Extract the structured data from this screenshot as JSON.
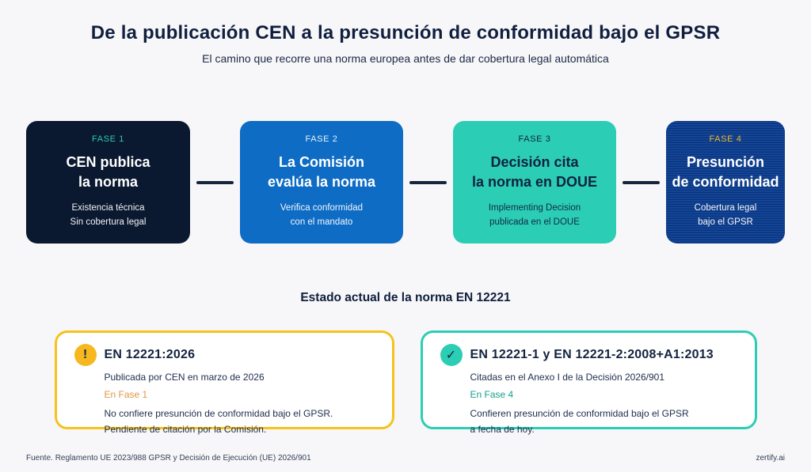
{
  "header": {
    "title": "De la publicación CEN a la presunción de conformidad bajo el GPSR",
    "subtitle": "El camino que recorre una norma europea antes de dar cobertura legal automática"
  },
  "flow": {
    "connector_color": "#16243f",
    "phases": [
      {
        "label": "FASE 1",
        "title_lines": [
          "CEN publica",
          "la norma"
        ],
        "desc_lines": [
          "Existencia técnica",
          "Sin cobertura legal"
        ],
        "bg": "#0a1830",
        "label_color": "#2bcbb4",
        "text_color": "#ffffff"
      },
      {
        "label": "FASE 2",
        "title_lines": [
          "La Comisión",
          "evalúa la norma"
        ],
        "desc_lines": [
          "Verifica conformidad",
          "con el mandato"
        ],
        "bg": "#0e6cc4",
        "label_color": "#e9f2fb",
        "text_color": "#ffffff"
      },
      {
        "label": "FASE 3",
        "title_lines": [
          "Decisión cita",
          "la norma en DOUE"
        ],
        "desc_lines": [
          "Implementing Decision",
          "publicada en el DOUE"
        ],
        "bg": "#2ccdb5",
        "label_color": "#0f2240",
        "text_color": "#0f2240"
      },
      {
        "label": "FASE 4",
        "title_lines": [
          "Presunción",
          "de conformidad"
        ],
        "desc_lines": [
          "Cobertura legal",
          "bajo el GPSR"
        ],
        "bg": "#0e4195",
        "label_color": "#edb72a",
        "text_color": "#ffffff"
      }
    ]
  },
  "status": {
    "section_title": "Estado actual de la norma EN 12221",
    "cards": [
      {
        "icon": "warning-icon",
        "icon_glyph": "!",
        "accent": "#f6c21d",
        "icon_bg": "#f6b81e",
        "icon_color": "#142847",
        "title": "EN 12221:2026",
        "line1": "Publicada por CEN en marzo de 2026",
        "phase_label": "En Fase 1",
        "phase_color": "#e0973f",
        "note_lines": [
          "No confiere presunción de conformidad bajo el GPSR.",
          "Pendiente de citación por la Comisión."
        ]
      },
      {
        "icon": "check-icon",
        "icon_glyph": "✓",
        "accent": "#2ccdb5",
        "icon_bg": "#2ccdb5",
        "icon_color": "#10253f",
        "title": "EN 12221-1 y EN 12221-2:2008+A1:2013",
        "line1": "Citadas en el Anexo I de la Decisión 2026/901",
        "phase_label": "En Fase 4",
        "phase_color": "#17a08e",
        "note_lines": [
          "Confieren presunción de conformidad bajo el GPSR",
          "a fecha de hoy."
        ]
      }
    ]
  },
  "footer": {
    "source": "Fuente. Reglamento UE 2023/988 GPSR y Decisión de Ejecución (UE) 2026/901",
    "brand": "zertify.ai"
  }
}
